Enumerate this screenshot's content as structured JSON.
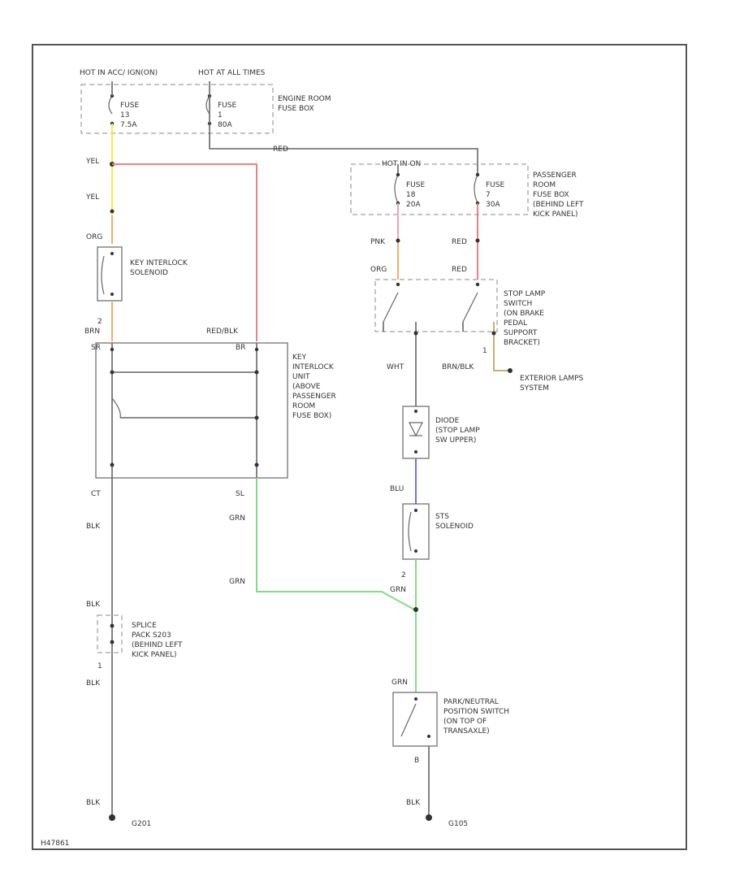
{
  "colors": {
    "yellow": "#f0f040",
    "red": "#f08080",
    "orange": "#f0b060",
    "pink": "#f0a0c0",
    "green": "#80e080",
    "blue": "#7070f0",
    "gray": "#666666"
  },
  "hot_labels": {
    "hot_acc": "HOT IN ACC/ IGN(ON)",
    "hot_all": "HOT AT ALL TIMES",
    "hot_on": "HOT IN ON"
  },
  "engine_box": {
    "fuse_a": [
      "FUSE",
      "13",
      "7.5A"
    ],
    "fuse_b": [
      "FUSE",
      "1",
      "80A"
    ],
    "label": [
      "ENGINE ROOM",
      "FUSE BOX"
    ]
  },
  "passenger_box": {
    "fuse_a": [
      "FUSE",
      "18",
      "20A"
    ],
    "fuse_b": [
      "FUSE",
      "7",
      "30A"
    ],
    "label": [
      "PASSENGER",
      "ROOM",
      "FUSE BOX",
      "(BEHIND LEFT",
      "KICK PANEL)"
    ]
  },
  "wire_labels": {
    "red_top": "RED",
    "yel1": "YEL",
    "yel2": "YEL",
    "org1": "ORG",
    "brn": "BRN",
    "redblk": "RED/BLK",
    "pnk": "PNK",
    "red2": "RED",
    "org2": "ORG",
    "red3": "RED",
    "wht": "WHT",
    "brnblk": "BRN/BLK",
    "blu": "BLU",
    "grn1": "GRN",
    "grn2": "GRN",
    "grn3": "GRN",
    "grn4": "GRN",
    "blk1": "BLK",
    "blk2": "BLK",
    "blk3": "BLK",
    "blk4": "BLK",
    "blk5": "BLK",
    "pin_ct": "CT",
    "pin_sl": "SL",
    "pin_2a": "2",
    "pin_2b": "2",
    "pin_1a": "1",
    "pin_1b": "1",
    "pin_b": "B",
    "pin_sr": "SR",
    "pin_br": "BR"
  },
  "components": {
    "key_solenoid": [
      "KEY INTERLOCK",
      "SOLENOID"
    ],
    "key_unit": [
      "KEY",
      "INTERLOCK",
      "UNIT",
      "(ABOVE",
      "PASSENGER",
      "ROOM",
      "FUSE BOX)"
    ],
    "stop_switch": [
      "STOP LAMP",
      "SWITCH",
      "(ON BRAKE",
      "PEDAL",
      "SUPPORT",
      "BRACKET)"
    ],
    "exterior": [
      "EXTERIOR LAMPS",
      "SYSTEM"
    ],
    "diode": [
      "DIODE",
      "(STOP LAMP",
      "SW UPPER)"
    ],
    "sts": [
      "STS",
      "SOLENOID"
    ],
    "splice": [
      "SPLICE",
      "PACK S203",
      "(BEHIND LEFT",
      "KICK PANEL)"
    ],
    "park": [
      "PARK/NEUTRAL",
      "POSITION SWITCH",
      "(ON TOP OF",
      "TRANSAXLE)"
    ]
  },
  "grounds": {
    "g1": "G201",
    "g2": "G105"
  },
  "footer_code": "H47861"
}
